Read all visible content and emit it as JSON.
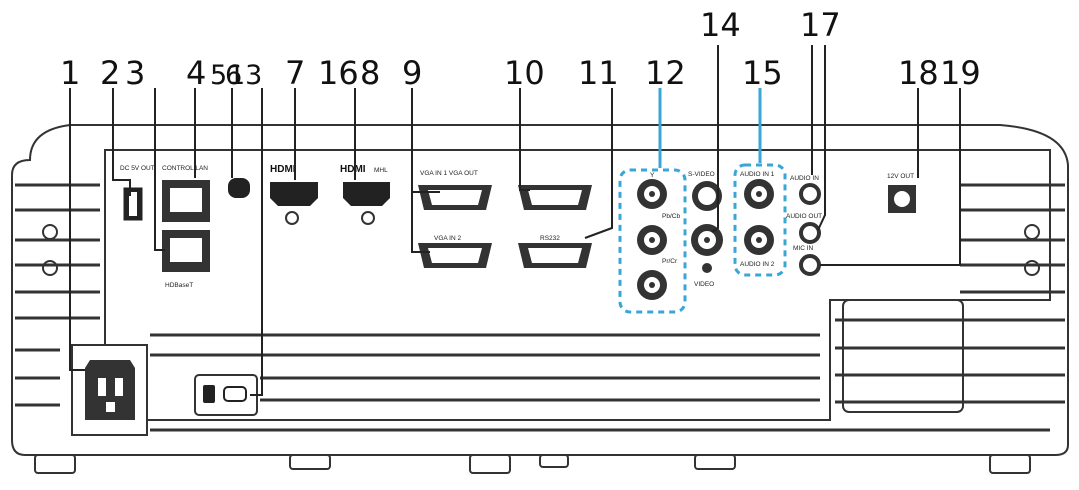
{
  "callouts": [
    "1",
    "2",
    "3",
    "4",
    "5",
    "6",
    "13",
    "7",
    "16",
    "8",
    "9",
    "10",
    "11",
    "12",
    "14",
    "15",
    "17",
    "18",
    "19"
  ],
  "port_labels": {
    "dc_5v": "DC 5V OUT",
    "control_lan": "CONTROL LAN",
    "hdbaset": "HDBaseT",
    "hdmi1": "HDMI",
    "hdmi2_logo": "HDMI",
    "hdmi2_sub": "MHL",
    "vga_in_out": "VGA IN 1  VGA OUT",
    "vga_in2": "VGA IN 2",
    "rs232": "RS232",
    "y": "Y",
    "pb_cb": "Pb/Cb",
    "pr_cr": "Pr/Cr",
    "s_video": "S-VIDEO",
    "video": "VIDEO",
    "audio_in1": "AUDIO IN 1",
    "audio_in2": "AUDIO IN 2",
    "audio_in": "AUDIO IN",
    "audio_out": "AUDIO OUT",
    "mic_in": "MIC IN",
    "twelve_v": "12V OUT"
  },
  "colors": {
    "leader": "#222222",
    "dash_group": "#3aa6d6",
    "body": "#ffffff",
    "outline": "#333333"
  }
}
